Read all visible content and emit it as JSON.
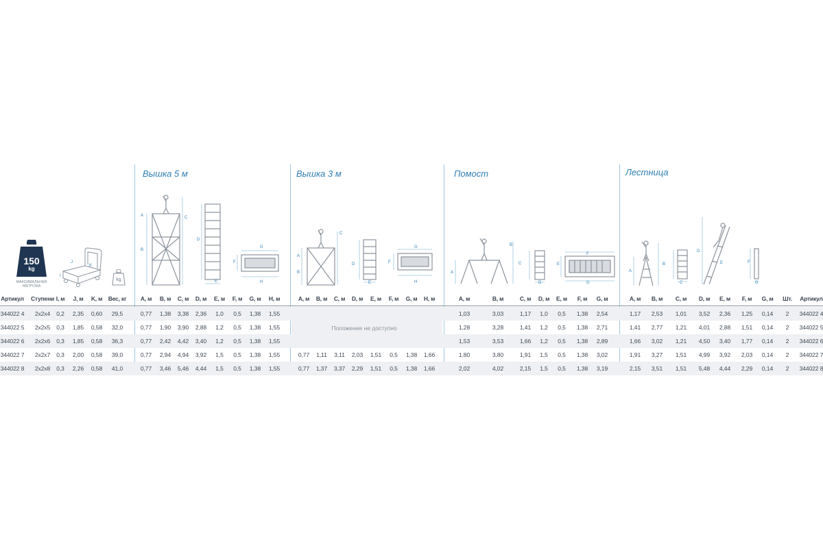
{
  "sections": {
    "tower5": "Вышка 5 м",
    "tower3": "Вышка 3 м",
    "platform": "Помост",
    "ladder": "Лестница"
  },
  "weight_badge": {
    "value": "150",
    "unit": "kg",
    "caption": "МАКСИМАЛЬНАЯ НАГРУЗКА"
  },
  "small_weight_unit": "kg",
  "diagram_labels": {
    "cart": [
      "J",
      "K",
      "I"
    ],
    "tower5_main": [
      "A",
      "B",
      "C"
    ],
    "tower5_side": [
      "D",
      "E"
    ],
    "tower5_plat": [
      "G",
      "F",
      "H"
    ],
    "tower3_main": [
      "A",
      "B",
      "C"
    ],
    "tower3_side": [
      "D",
      "E"
    ],
    "tower3_plat": [
      "G",
      "F",
      "H"
    ],
    "platform_main": [
      "A",
      "B"
    ],
    "platform_side": [
      "C",
      "D"
    ],
    "platform_plat": [
      "F",
      "E",
      "G"
    ],
    "ladder_main": [
      "A",
      "B"
    ],
    "ladder_side": [
      "C"
    ],
    "ladder_long": [
      "D",
      "E"
    ],
    "ladder_bar": [
      "F",
      "G"
    ]
  },
  "headers": {
    "base": [
      "Артикул",
      "Ступени",
      "I, м",
      "J, м",
      "K, м",
      "Вес, кг"
    ],
    "tower5": [
      "A, м",
      "B, м",
      "C, м",
      "D, м",
      "E, м",
      "F, м",
      "G, м",
      "H, м"
    ],
    "tower3": [
      "A, м",
      "B, м",
      "C, м",
      "D, м",
      "E, м",
      "F, м",
      "G, м",
      "H, м"
    ],
    "platform": [
      "A, м",
      "B, м",
      "C, м",
      "D, м",
      "E, м",
      "F, м",
      "G, м"
    ],
    "ladder": [
      "A, м",
      "B, м",
      "C, м",
      "D, м",
      "E, м",
      "F, м",
      "G, м",
      "Шт.",
      "Артикул"
    ]
  },
  "not_available": "Положение не доступно",
  "rows": [
    {
      "base": [
        "344022 4",
        "2х2х4",
        "0,2",
        "2,35",
        "0,60",
        "29,5"
      ],
      "tower5": [
        "0,77",
        "1,38",
        "3,38",
        "2,36",
        "1,0",
        "0,5",
        "1,38",
        "1,55"
      ],
      "tower3": null,
      "platform": [
        "1,03",
        "3,03",
        "1,17",
        "1,0",
        "0,5",
        "1,38",
        "2,54"
      ],
      "ladder": [
        "1,17",
        "2,53",
        "1,01",
        "3,52",
        "2,36",
        "1,25",
        "0,14",
        "2",
        "344022 4"
      ]
    },
    {
      "base": [
        "344022 5",
        "2х2х5",
        "0,3",
        "1,85",
        "0,58",
        "32,0"
      ],
      "tower5": [
        "0,77",
        "1,90",
        "3,90",
        "2,88",
        "1,2",
        "0,5",
        "1,38",
        "1,55"
      ],
      "tower3": null,
      "platform": [
        "1,28",
        "3,28",
        "1,41",
        "1,2",
        "0,5",
        "1,38",
        "2,71"
      ],
      "ladder": [
        "1,41",
        "2,77",
        "1,21",
        "4,01",
        "2,88",
        "1,51",
        "0,14",
        "2",
        "344022 5"
      ]
    },
    {
      "base": [
        "344022 6",
        "2х2х6",
        "0,3",
        "1,85",
        "0,58",
        "36,3"
      ],
      "tower5": [
        "0,77",
        "2,42",
        "4,42",
        "3,40",
        "1,2",
        "0,5",
        "1,38",
        "1,55"
      ],
      "tower3": null,
      "platform": [
        "1,53",
        "3,53",
        "1,66",
        "1,2",
        "0,5",
        "1,38",
        "2,89"
      ],
      "ladder": [
        "1,66",
        "3,02",
        "1,21",
        "4,50",
        "3,40",
        "1,77",
        "0,14",
        "2",
        "344022 6"
      ]
    },
    {
      "base": [
        "344022 7",
        "2х2х7",
        "0,3",
        "2,00",
        "0,58",
        "39,0"
      ],
      "tower5": [
        "0,77",
        "2,94",
        "4,94",
        "3,92",
        "1,5",
        "0,5",
        "1,38",
        "1,55"
      ],
      "tower3": [
        "0,77",
        "1,11",
        "3,11",
        "2,03",
        "1,51",
        "0,5",
        "1,38",
        "1,66"
      ],
      "platform": [
        "1,80",
        "3,80",
        "1,91",
        "1,5",
        "0,5",
        "1,38",
        "3,02"
      ],
      "ladder": [
        "1,91",
        "3,27",
        "1,51",
        "4,99",
        "3,92",
        "2,03",
        "0,14",
        "2",
        "344022 7"
      ]
    },
    {
      "base": [
        "344022 8",
        "2х2х8",
        "0,3",
        "2,26",
        "0,58",
        "41,0"
      ],
      "tower5": [
        "0,77",
        "3,46",
        "5,46",
        "4,44",
        "1,5",
        "0,5",
        "1,38",
        "1,55"
      ],
      "tower3": [
        "0,77",
        "1,37",
        "3,37",
        "2,29",
        "1,51",
        "0,5",
        "1,38",
        "1,66"
      ],
      "platform": [
        "2,02",
        "4,02",
        "2,15",
        "1,5",
        "0,5",
        "1,38",
        "3,19"
      ],
      "ladder": [
        "2,15",
        "3,51",
        "1,51",
        "5,48",
        "4,44",
        "2,29",
        "0,14",
        "2",
        "344022 8"
      ]
    }
  ]
}
